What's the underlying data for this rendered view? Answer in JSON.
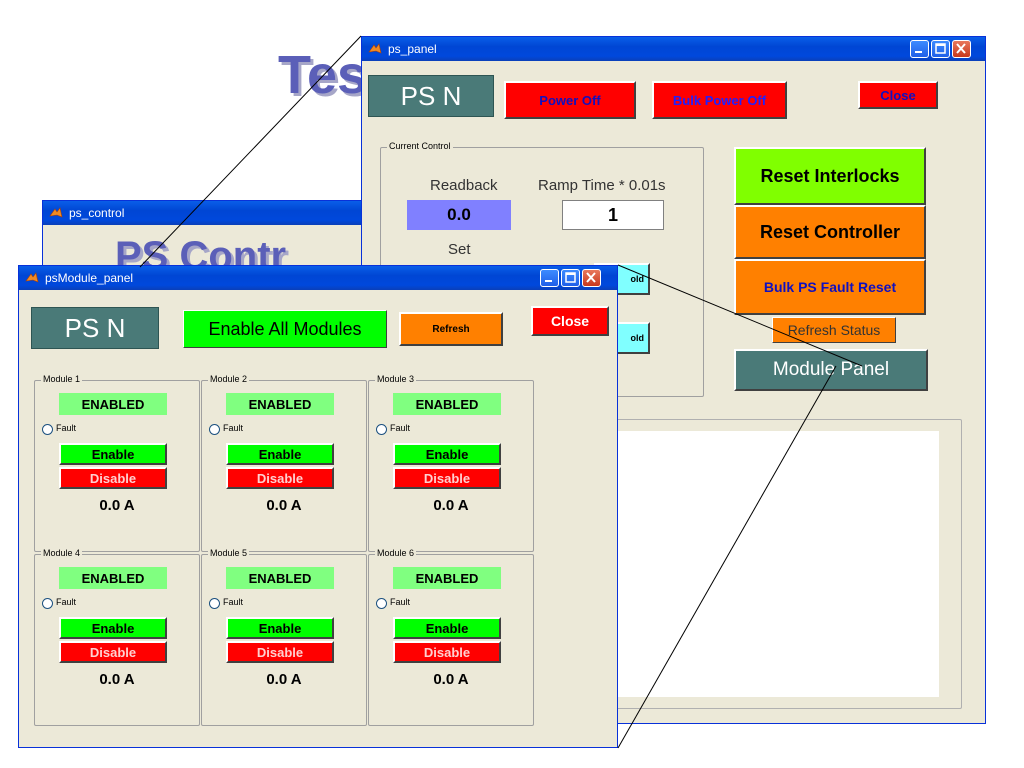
{
  "background": {
    "title": "Tes"
  },
  "ps_control": {
    "window_title": "ps_control",
    "heading": "PS Contr"
  },
  "ps_panel": {
    "window_title": "ps_panel",
    "ps_label": "PS N",
    "power_off_label": "Power Off",
    "bulk_power_off_label": "Bulk Power Off",
    "close_label": "Close",
    "current_control": {
      "legend": "Current Control",
      "readback_label": "Readback",
      "ramp_time_label": "Ramp Time  * 0.01s",
      "readback_value": "0.0",
      "ramp_time_value": "1",
      "set_label": "Set",
      "hold_label_1": "old",
      "hold_label_2": "old"
    },
    "reset_interlocks_label": "Reset Interlocks",
    "reset_controller_label": "Reset Controller",
    "bulk_ps_fault_reset_label": "Bulk PS Fault Reset",
    "refresh_status_label": "Refresh Status",
    "module_panel_label": "Module Panel"
  },
  "psModule_panel": {
    "window_title": "psModule_panel",
    "ps_label": "PS N",
    "enable_all_label": "Enable All Modules",
    "refresh_label": "Refresh",
    "close_label": "Close",
    "modules": [
      {
        "legend": "Module 1",
        "status": "ENABLED",
        "fault_label": "Fault",
        "enable_label": "Enable",
        "disable_label": "Disable",
        "current": "0.0 A"
      },
      {
        "legend": "Module 2",
        "status": "ENABLED",
        "fault_label": "Fault",
        "enable_label": "Enable",
        "disable_label": "Disable",
        "current": "0.0 A"
      },
      {
        "legend": "Module 3",
        "status": "ENABLED",
        "fault_label": "Fault",
        "enable_label": "Enable",
        "disable_label": "Disable",
        "current": "0.0 A"
      },
      {
        "legend": "Module 4",
        "status": "ENABLED",
        "fault_label": "Fault",
        "enable_label": "Enable",
        "disable_label": "Disable",
        "current": "0.0 A"
      },
      {
        "legend": "Module 5",
        "status": "ENABLED",
        "fault_label": "Fault",
        "enable_label": "Enable",
        "disable_label": "Disable",
        "current": "0.0 A"
      },
      {
        "legend": "Module 6",
        "status": "ENABLED",
        "fault_label": "Fault",
        "enable_label": "Enable",
        "disable_label": "Disable",
        "current": "0.0 A"
      }
    ]
  },
  "colors": {
    "ps_label_bg": "#4a7a78",
    "red": "#ff0000",
    "green": "#00ff00",
    "lime": "#80ff00",
    "orange": "#ff8000",
    "enabled_bg": "#80ff80",
    "readback_bg": "#8080ff",
    "hold_bg": "#80ffff",
    "blue_text": "#2020ff"
  },
  "icons": [
    "matlab-logo-icon",
    "minimize-icon",
    "maximize-icon",
    "close-icon"
  ]
}
